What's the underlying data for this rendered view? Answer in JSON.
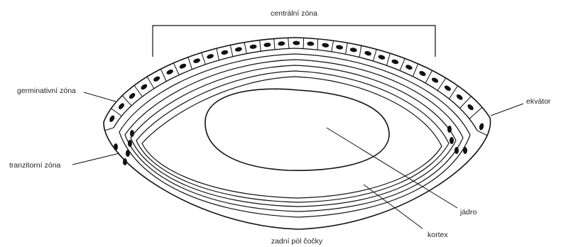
{
  "labels": {
    "central_zone": "centrální zóna",
    "germinative_zone": "germinativní zóna",
    "equator": "ekvátor",
    "transitional_zone": "tranzitorní zóna",
    "nucleus": "jádro",
    "cortex": "kortex",
    "posterior_pole": "zadní pól čočky"
  },
  "colors": {
    "stroke": "#111111",
    "label": "#222222",
    "background": "#ffffff"
  }
}
